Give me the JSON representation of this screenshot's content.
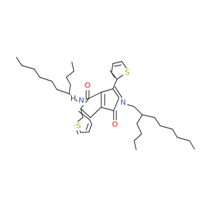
{
  "molecule": {
    "colors": {
      "bond": "#383838",
      "carbon": "#383838",
      "oxygen": "#ff0d0d",
      "nitrogen": "#3050f8",
      "sulfur": "#b8a800",
      "hydrogen": "#383838"
    },
    "atom_labels": {
      "oxygen_top": "O",
      "oxygen_bottom": "O",
      "nitrogen_left": "N",
      "nitrogen_right": "N",
      "sulfur_top": "S",
      "sulfur_bottom": "S",
      "hydrogen": "H"
    }
  }
}
